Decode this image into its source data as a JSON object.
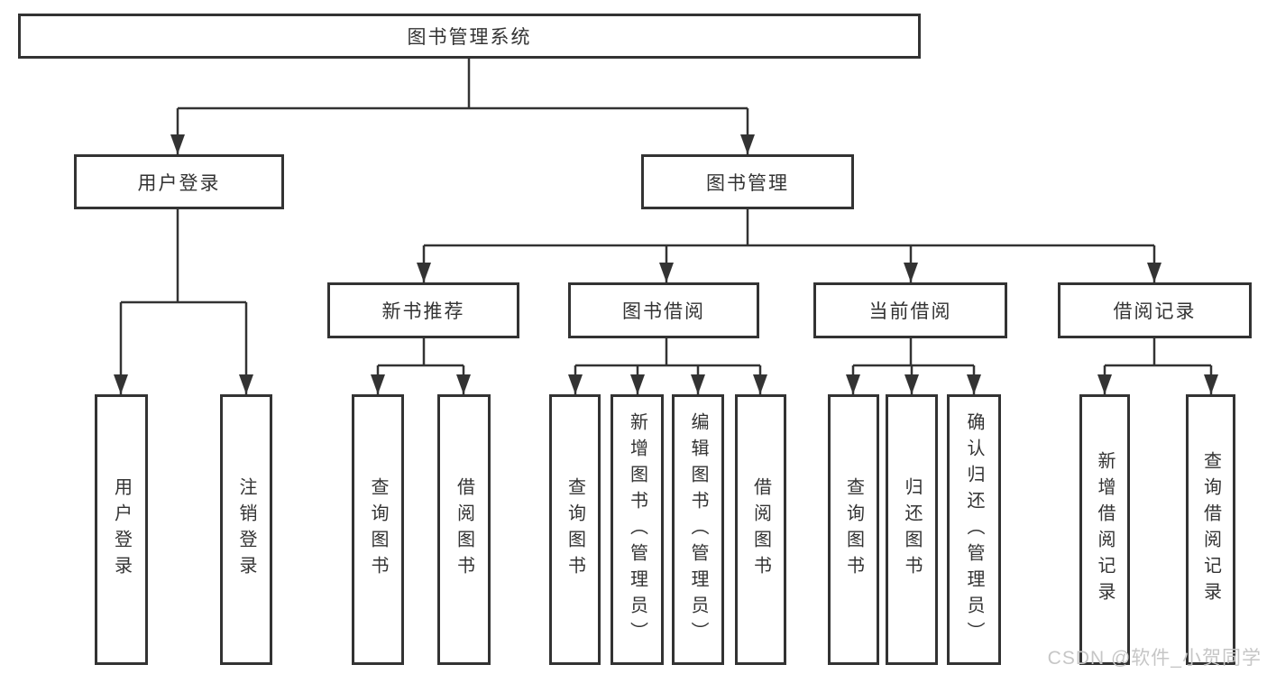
{
  "diagram_type": "functional-structure-tree",
  "colors": {
    "background": "#ffffff",
    "box_border": "#333333",
    "connector_line": "#333333",
    "text": "#333333",
    "watermark": "#c6c6c6"
  },
  "tree": {
    "root": {
      "label": "图书管理系统"
    },
    "branches": [
      {
        "label": "用户登录",
        "children": [
          {
            "label": "用户登录"
          },
          {
            "label": "注销登录"
          }
        ]
      },
      {
        "label": "图书管理",
        "children": [
          {
            "label": "新书推荐",
            "children": [
              {
                "label": "查询图书"
              },
              {
                "label": "借阅图书"
              }
            ]
          },
          {
            "label": "图书借阅",
            "children": [
              {
                "label": "查询图书"
              },
              {
                "label": "新增图书（管理员）"
              },
              {
                "label": "编辑图书（管理员）"
              },
              {
                "label": "借阅图书"
              }
            ]
          },
          {
            "label": "当前借阅",
            "children": [
              {
                "label": "查询图书"
              },
              {
                "label": "归还图书"
              },
              {
                "label": "确认归还（管理员）"
              }
            ]
          },
          {
            "label": "借阅记录",
            "children": [
              {
                "label": "新增借阅记录"
              },
              {
                "label": "查询借阅记录"
              }
            ]
          }
        ]
      }
    ]
  },
  "watermark": {
    "text": "CSDN @软件_小贺同学"
  }
}
